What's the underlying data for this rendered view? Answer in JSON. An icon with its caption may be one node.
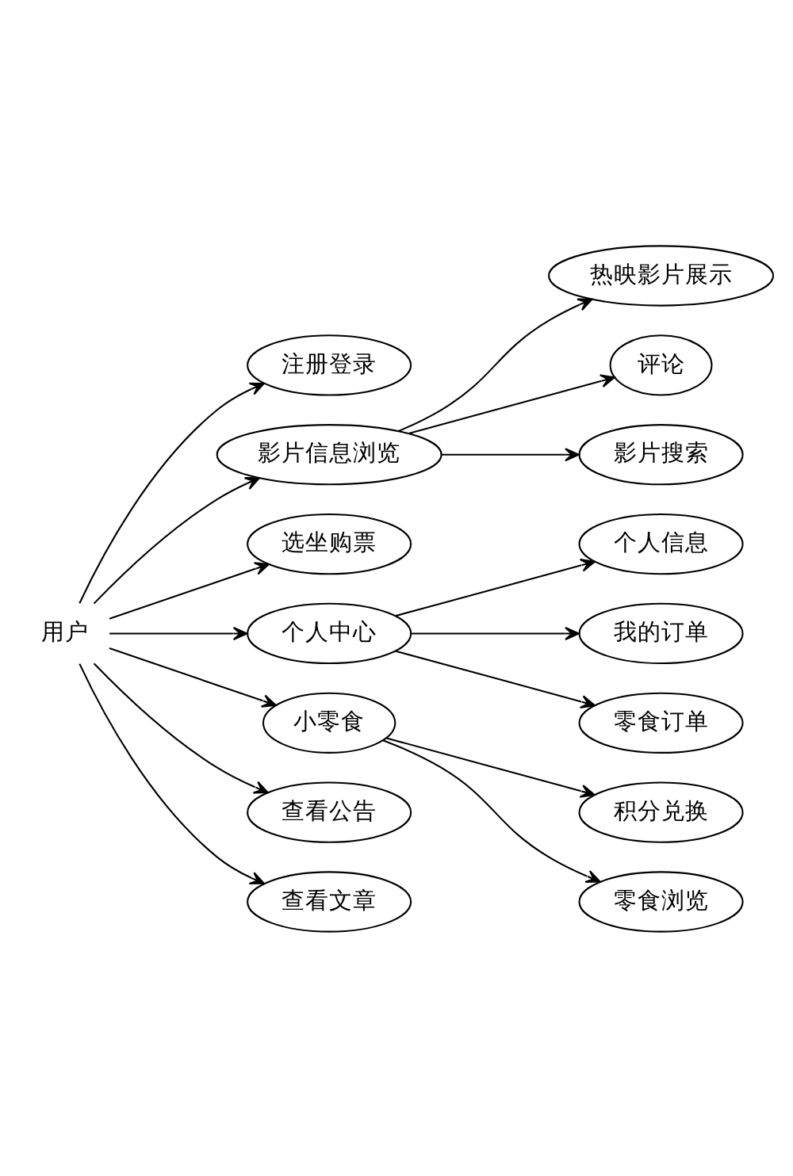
{
  "diagram": {
    "nodes": [
      {
        "text": [
          "用户"
        ]
      },
      {
        "text": [
          "注册登录"
        ]
      },
      {
        "text": [
          "影片信息浏览"
        ]
      },
      {
        "text": [
          "选坐购票"
        ]
      },
      {
        "text": [
          "个人中心"
        ]
      },
      {
        "text": [
          "小零食"
        ]
      },
      {
        "text": [
          "查看公告"
        ]
      },
      {
        "text": [
          "查看文章"
        ]
      },
      {
        "text": [
          "热映影片展示"
        ]
      },
      {
        "text": [
          "评论"
        ]
      },
      {
        "text": [
          "影片搜索"
        ]
      },
      {
        "text": [
          "个人信息"
        ]
      },
      {
        "text": [
          "我的订单"
        ]
      },
      {
        "text": [
          "零食订单"
        ]
      },
      {
        "text": [
          "积分兑换"
        ]
      },
      {
        "text": [
          "零食浏览"
        ]
      }
    ],
    "edges": [
      {
        "from": 0,
        "to": 1,
        "arrow": "to"
      },
      {
        "from": 0,
        "to": 2,
        "arrow": "to"
      },
      {
        "from": 0,
        "to": 3,
        "arrow": "to"
      },
      {
        "from": 0,
        "to": 4,
        "arrow": "to"
      },
      {
        "from": 0,
        "to": 5,
        "arrow": "to"
      },
      {
        "from": 0,
        "to": 6,
        "arrow": "to"
      },
      {
        "from": 0,
        "to": 7,
        "arrow": "to"
      },
      {
        "from": 2,
        "to": 8,
        "arrow": "to"
      },
      {
        "from": 2,
        "to": 9,
        "arrow": "to"
      },
      {
        "from": 2,
        "to": 10,
        "arrow": "to"
      },
      {
        "from": 4,
        "to": 11,
        "arrow": "to"
      },
      {
        "from": 4,
        "to": 12,
        "arrow": "to"
      },
      {
        "from": 4,
        "to": 13,
        "arrow": "to"
      },
      {
        "from": 5,
        "to": 14,
        "arrow": "to"
      },
      {
        "from": 5,
        "to": 15,
        "arrow": "to"
      }
    ]
  }
}
